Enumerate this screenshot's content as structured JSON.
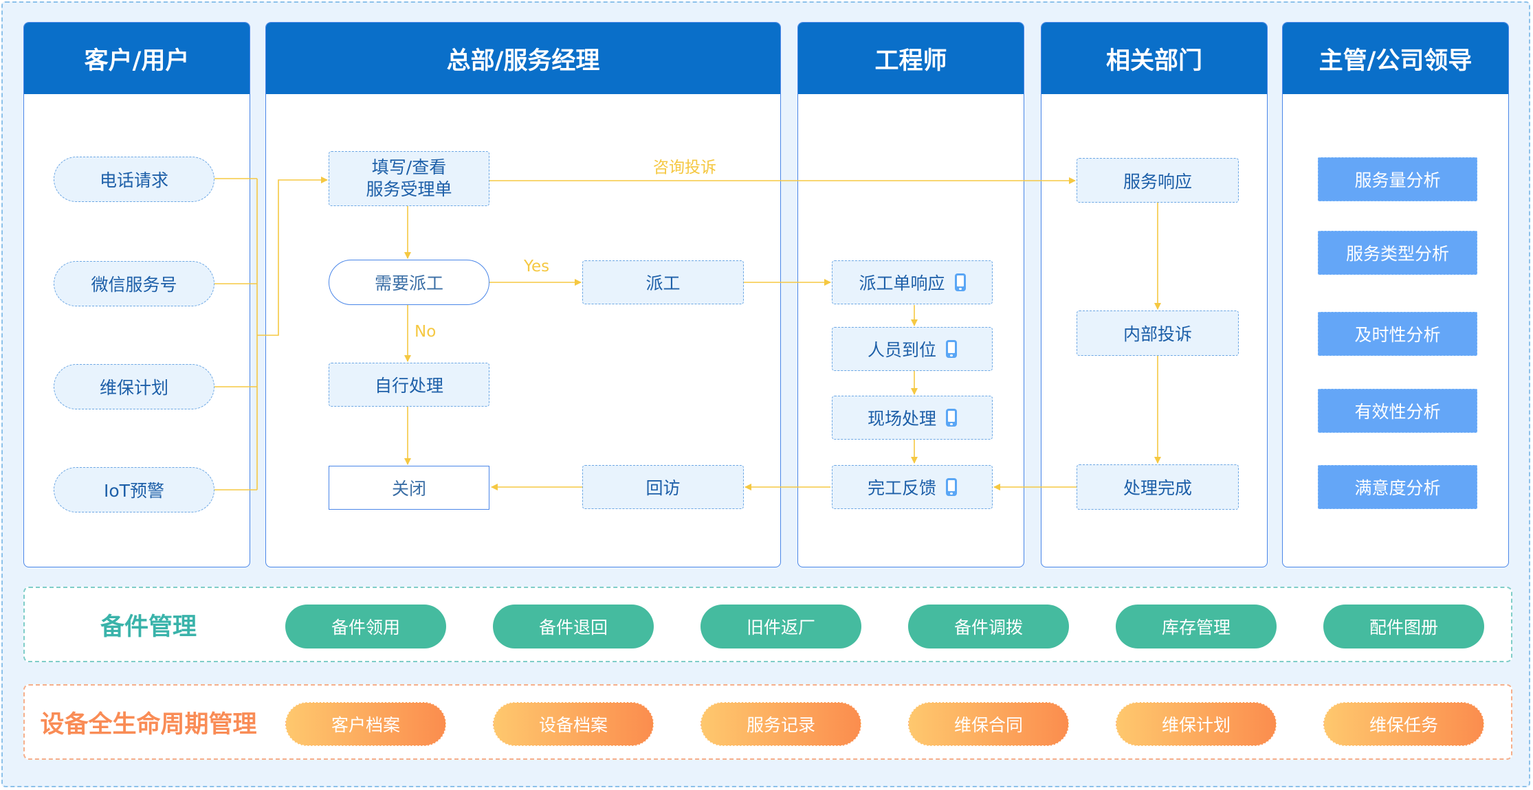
{
  "lanes": {
    "customer": "客户/用户",
    "hq": "总部/服务经理",
    "engineer": "工程师",
    "dept": "相关部门",
    "leader": "主管/公司领导"
  },
  "customer_nodes": [
    "电话请求",
    "微信服务号",
    "维保计划",
    "IoT预警"
  ],
  "hq_nodes": {
    "fill_line1": "填写/查看",
    "fill_line2": "服务受理单",
    "need_dispatch": "需要派工",
    "self_handle": "自行处理",
    "close": "关闭",
    "dispatch": "派工",
    "revisit": "回访"
  },
  "engineer_nodes": [
    "派工单响应",
    "人员到位",
    "现场处理",
    "完工反馈"
  ],
  "dept_nodes": {
    "response": "服务响应",
    "complaint": "内部投诉",
    "done": "处理完成"
  },
  "analysis": [
    "服务量分析",
    "服务类型分析",
    "及时性分析",
    "有效性分析",
    "满意度分析"
  ],
  "labels": {
    "consult": "咨询投诉",
    "yes": "Yes",
    "no": "No"
  },
  "spare_parts": {
    "title": "备件管理",
    "items": [
      "备件领用",
      "备件退回",
      "旧件返厂",
      "备件调拨",
      "库存管理",
      "配件图册"
    ]
  },
  "lifecycle": {
    "title": "设备全生命周期管理",
    "items": [
      "客户档案",
      "设备档案",
      "服务记录",
      "维保合同",
      "维保计划",
      "维保任务"
    ]
  },
  "colors": {
    "header_blue": "#0a6fc9",
    "flow_line": "#f5c842",
    "green": "#45bb9f",
    "orange": "#fb8d4e",
    "analysis_blue": "#64a6f7"
  }
}
